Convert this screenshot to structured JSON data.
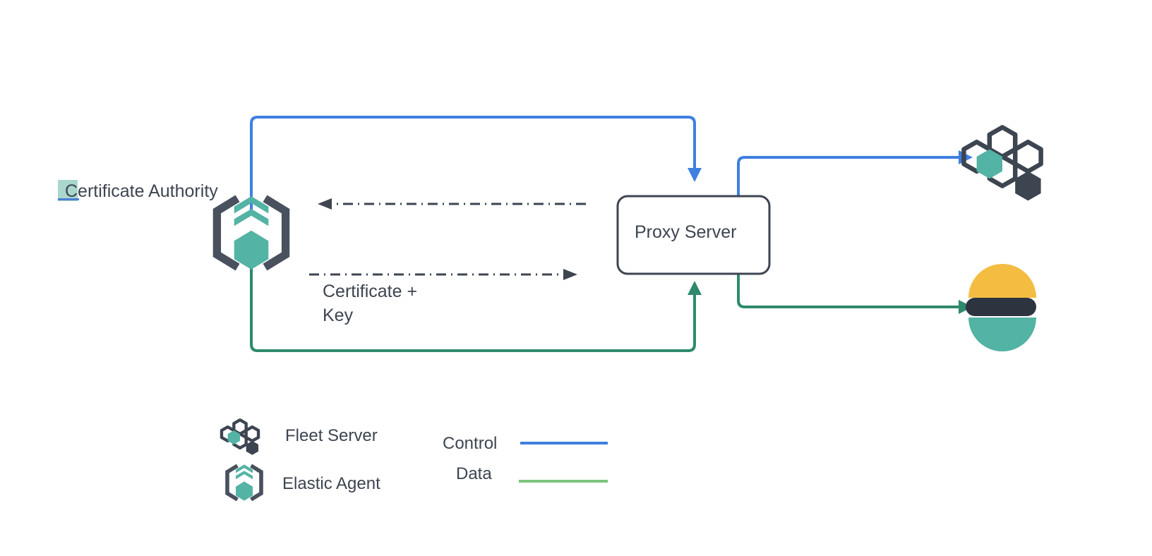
{
  "diagram": {
    "title": "Elastic Agent / Fleet Server proxy certificate flow",
    "colors": {
      "control_line": "#3f7fe0",
      "data_line": "#2f8a6d",
      "legend_data_line": "#7ec27e",
      "dashed_line": "#3d4551",
      "node_border": "#3d4551",
      "teal": "#53b3a4",
      "dark_gray": "#3d4551",
      "elastic_yellow": "#f4bd42",
      "elastic_teal": "#53b3a4",
      "elastic_dark": "#2d3440",
      "highlight": "#a9d6cd",
      "text": "#3d4551"
    }
  },
  "nodes": {
    "certificate_authority": {
      "label": "Certificate Authority",
      "icon": "elastic-agent-icon"
    },
    "proxy_server": {
      "label": "Proxy Server",
      "shape": "rounded-rectangle"
    },
    "fleet_server": {
      "icon": "fleet-server-icon"
    },
    "elasticsearch": {
      "icon": "elasticsearch-icon"
    }
  },
  "edges": {
    "cert_key": {
      "label": "Certificate +\nKey",
      "label_line_1": "Certificate +",
      "label_line_2": "Key",
      "style": "dash-dot",
      "direction_top": "left",
      "direction_bottom": "right"
    },
    "control_to_proxy": {
      "style": "solid",
      "color": "#3f7fe0"
    },
    "control_to_fleet": {
      "style": "solid",
      "color": "#3f7fe0"
    },
    "data_to_proxy": {
      "style": "solid",
      "color": "#2f8a6d"
    },
    "data_to_elasticsearch": {
      "style": "solid",
      "color": "#2f8a6d"
    }
  },
  "legend": {
    "items": [
      {
        "label": "Fleet Server",
        "icon": "fleet-server-icon"
      },
      {
        "label": "Elastic Agent",
        "icon": "elastic-agent-icon"
      }
    ],
    "lines": [
      {
        "label": "Control",
        "color": "#3f7fe0"
      },
      {
        "label": "Data",
        "color": "#7ec27e"
      }
    ]
  }
}
